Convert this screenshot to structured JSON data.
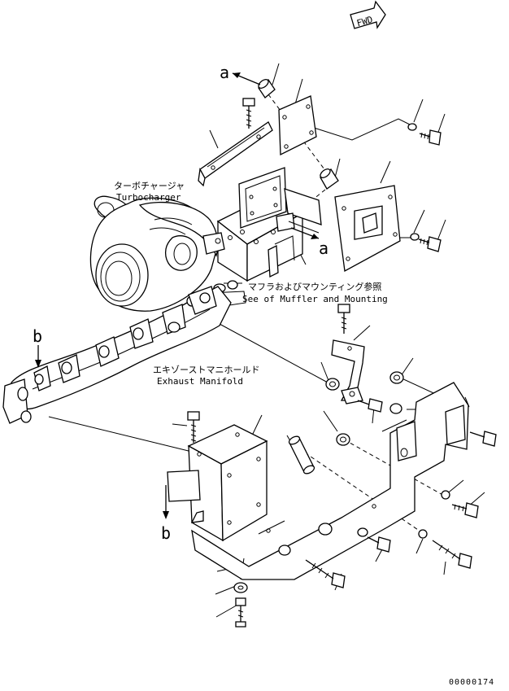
{
  "fwd_label": "FWD",
  "labels": {
    "turbocharger_jp": "ターボチャージャ",
    "turbocharger_en": "Turbocharger",
    "muffler_jp": "マフラおよびマウンティング参照",
    "muffler_en": "See of Muffler and Mounting",
    "manifold_jp": "エキゾーストマニホールド",
    "manifold_en": "Exhaust Manifold"
  },
  "markers": {
    "a_top": "a",
    "a_right": "a",
    "b_left": "b",
    "b_bottom": "b"
  },
  "serial": "00000174"
}
